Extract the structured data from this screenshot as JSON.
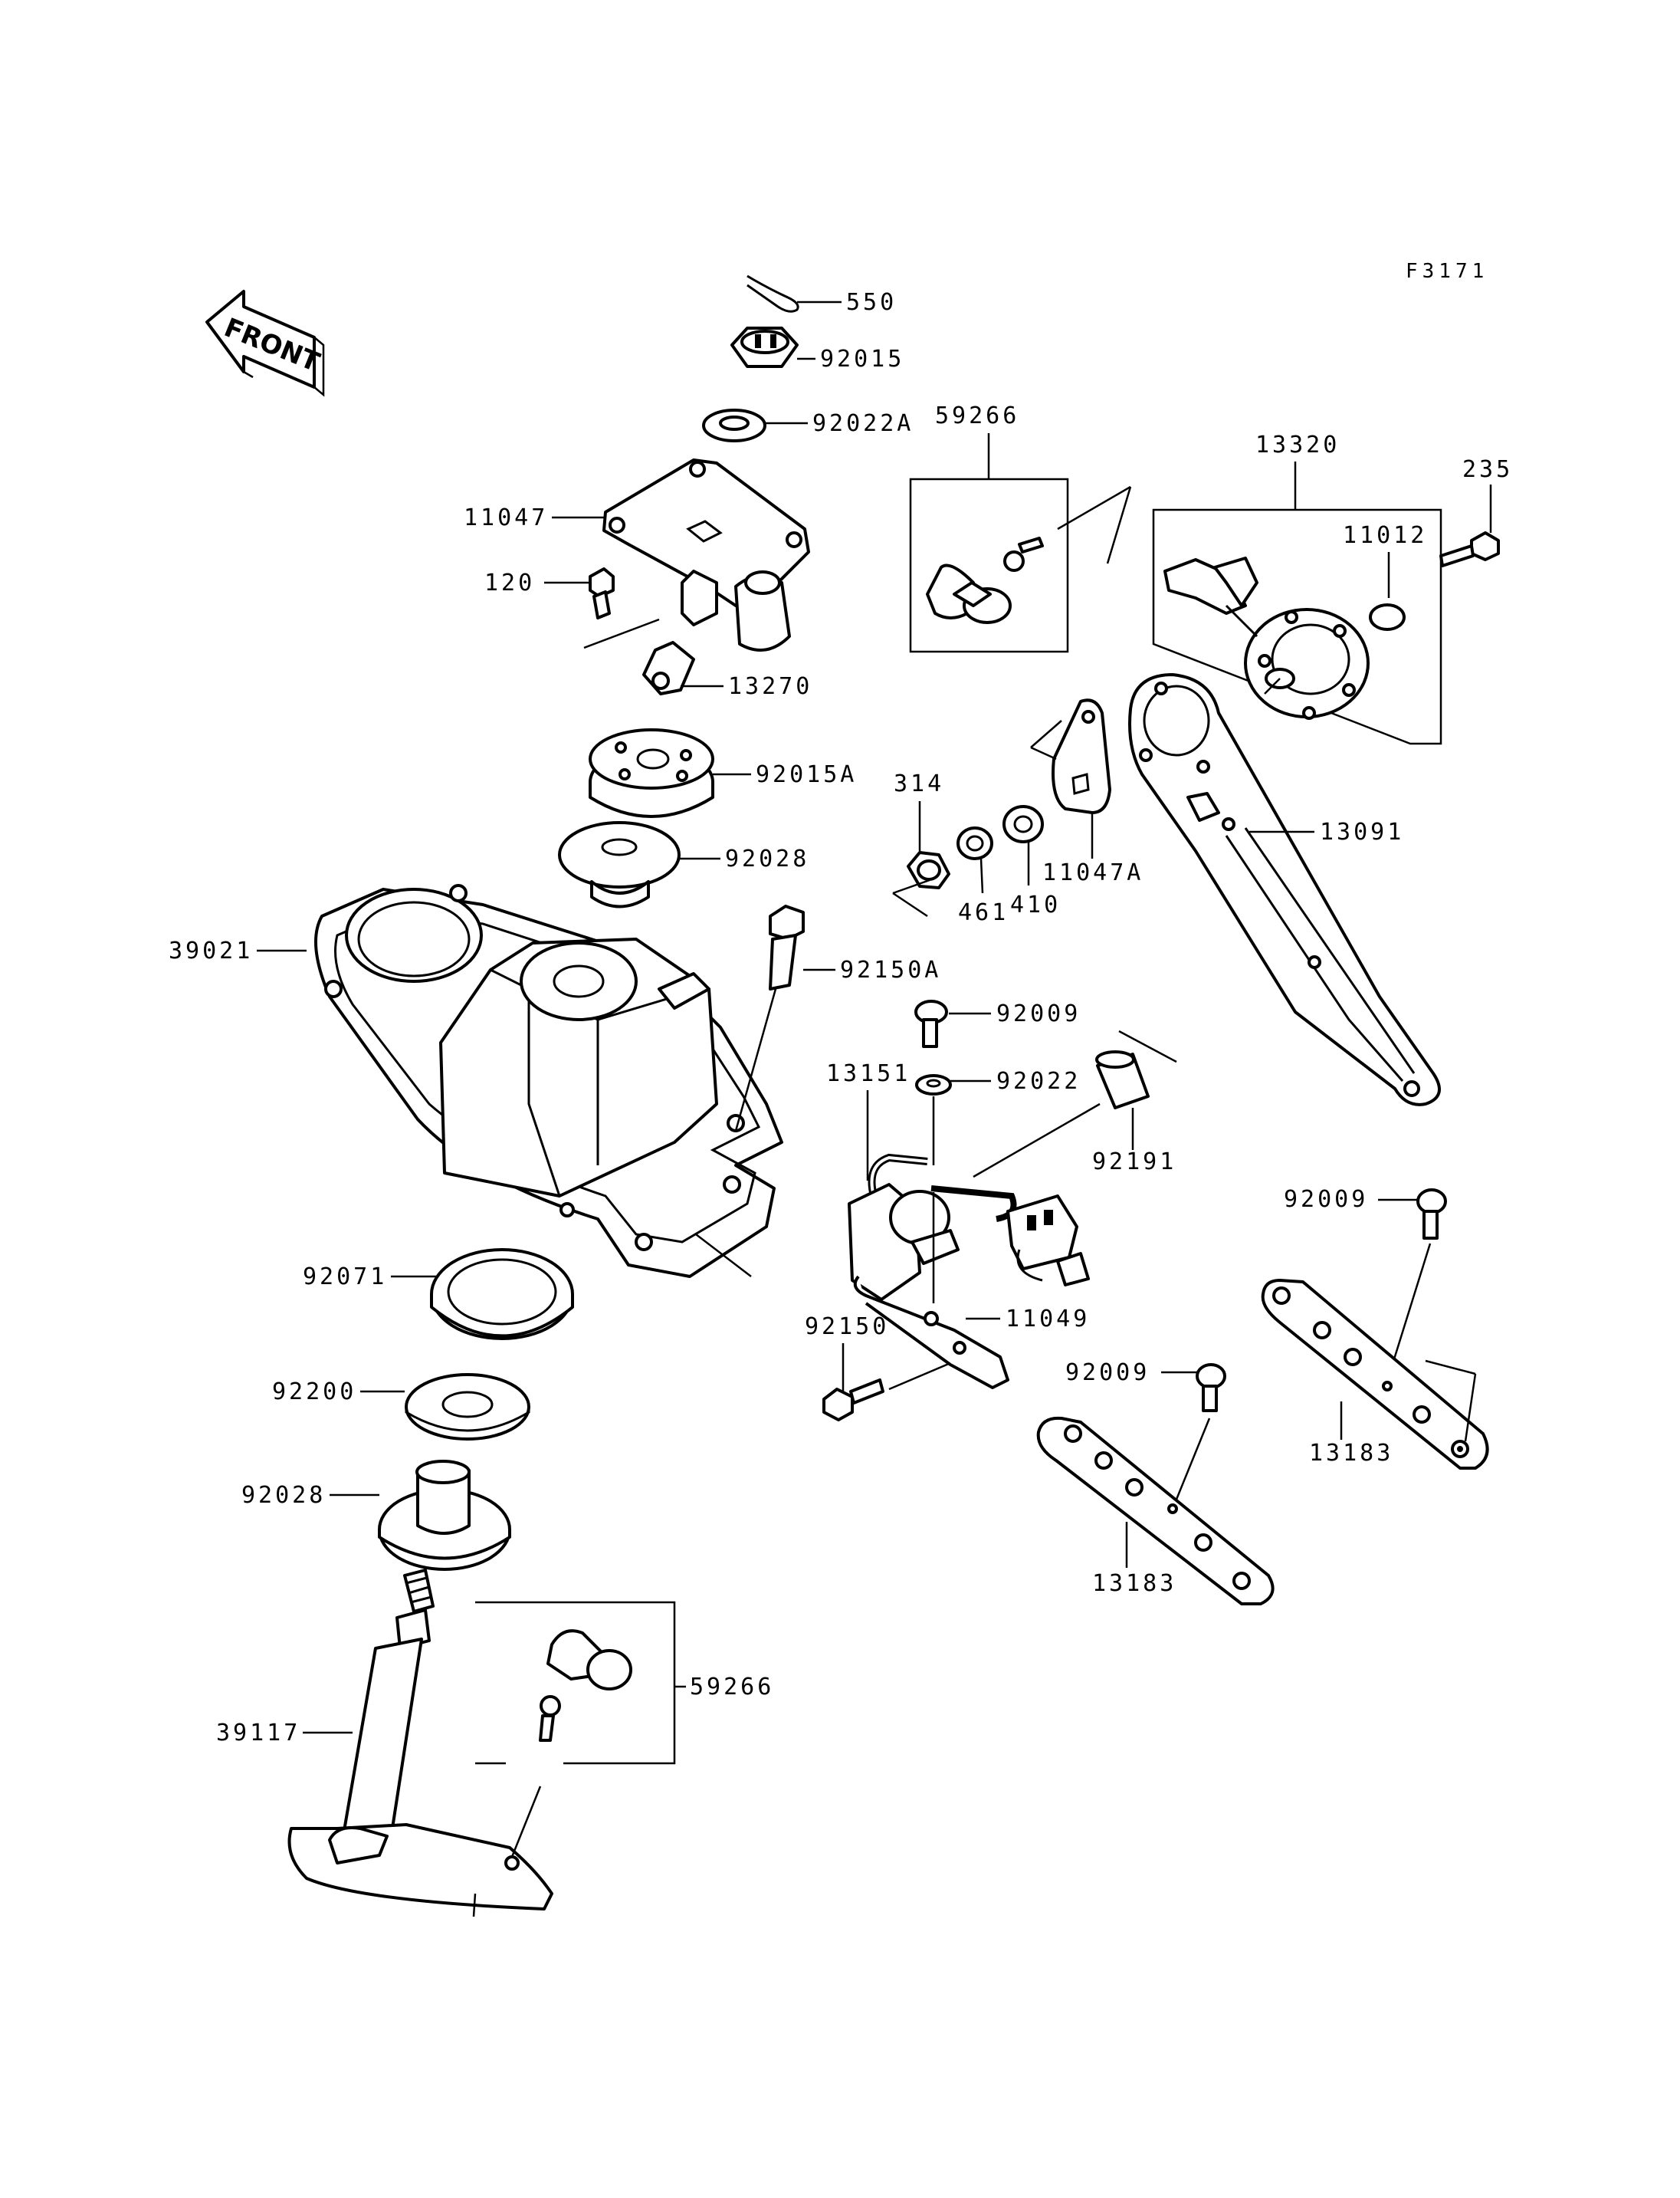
{
  "figure_code": "F3171",
  "front_label": "FRONT",
  "parts": [
    {
      "id": "550",
      "label": "550"
    },
    {
      "id": "92015",
      "label": "92015"
    },
    {
      "id": "92022A",
      "label": "92022A"
    },
    {
      "id": "11047",
      "label": "11047"
    },
    {
      "id": "120",
      "label": "120"
    },
    {
      "id": "13270",
      "label": "13270"
    },
    {
      "id": "92015A",
      "label": "92015A"
    },
    {
      "id": "92028_top",
      "label": "92028"
    },
    {
      "id": "39021",
      "label": "39021"
    },
    {
      "id": "92150A",
      "label": "92150A"
    },
    {
      "id": "59266_top",
      "label": "59266"
    },
    {
      "id": "13320",
      "label": "13320"
    },
    {
      "id": "235",
      "label": "235"
    },
    {
      "id": "11012",
      "label": "11012"
    },
    {
      "id": "13091",
      "label": "13091"
    },
    {
      "id": "314",
      "label": "314"
    },
    {
      "id": "461",
      "label": "461"
    },
    {
      "id": "410",
      "label": "410"
    },
    {
      "id": "11047A",
      "label": "11047A"
    },
    {
      "id": "92009_a",
      "label": "92009"
    },
    {
      "id": "13151",
      "label": "13151"
    },
    {
      "id": "92022",
      "label": "92022"
    },
    {
      "id": "92191",
      "label": "92191"
    },
    {
      "id": "11049",
      "label": "11049"
    },
    {
      "id": "92150",
      "label": "92150"
    },
    {
      "id": "92009_b",
      "label": "92009"
    },
    {
      "id": "92009_c",
      "label": "92009"
    },
    {
      "id": "13183_right",
      "label": "13183"
    },
    {
      "id": "13183_left",
      "label": "13183"
    },
    {
      "id": "92071",
      "label": "92071"
    },
    {
      "id": "92200",
      "label": "92200"
    },
    {
      "id": "92028_bottom",
      "label": "92028"
    },
    {
      "id": "59266_bottom",
      "label": "59266"
    },
    {
      "id": "39117",
      "label": "39117"
    }
  ]
}
